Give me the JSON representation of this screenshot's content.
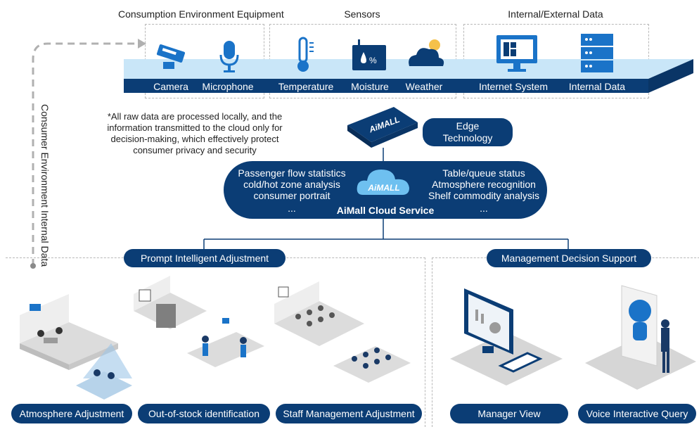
{
  "groups": {
    "consumption": "Consumption Environment Equipment",
    "sensors": "Sensors",
    "data": "Internal/External Data"
  },
  "devices": [
    "Camera",
    "Microphone",
    "Temperature",
    "Moisture",
    "Weather",
    "Internet System",
    "Internal Data"
  ],
  "privacy_note": "*All raw data are processed locally, and the information transmitted to the cloud only for decision-making, which effectively protect consumer privacy and security",
  "edge": {
    "logo": "AiMALL",
    "label": "Edge Technology"
  },
  "cloud": {
    "left_items": [
      "Passenger flow statistics",
      "cold/hot zone analysis",
      "consumer portrait",
      "..."
    ],
    "right_items": [
      "Table/queue status",
      "Atmosphere recognition",
      "Shelf commodity analysis",
      "..."
    ],
    "logo": "AiMALL",
    "title": "AiMall Cloud Service"
  },
  "side_label": "Consumer Environment Internal Data",
  "sections": {
    "left": "Prompt Intelligent Adjustment",
    "right": "Management Decision Support"
  },
  "use_cases": [
    "Atmosphere Adjustment",
    "Out-of-stock identification",
    "Staff Management Adjustment",
    "Manager View",
    "Voice Interactive Query"
  ],
  "colors": {
    "navy": "#0b3d75",
    "light_blue": "#c9e6f8",
    "icon_blue": "#1a73c8",
    "gray": "#b8b8b8"
  }
}
